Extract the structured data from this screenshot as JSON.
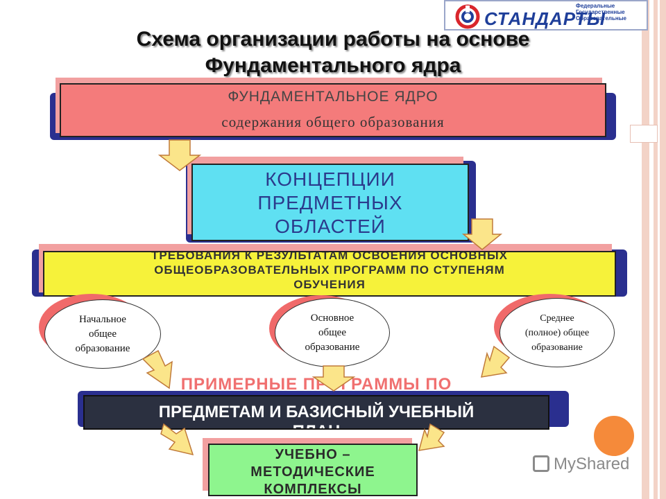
{
  "logo": {
    "name": "СТАНДАРТЫ",
    "subtitle_lines": [
      "Федеральные",
      "Государственные",
      "Образовательные"
    ]
  },
  "title": {
    "line1": "Схема организации работы на основе",
    "line2": "Фундаментального ядра"
  },
  "core_box": {
    "line1": "ФУНДАМЕНТАЛЬНОЕ ЯДРО",
    "line2": "содержания общего образования"
  },
  "concept_box": {
    "lines": [
      "КОНЦЕПЦИИ",
      "ПРЕДМЕТНЫХ",
      "ОБЛАСТЕЙ"
    ]
  },
  "requirements_box": {
    "lines": [
      "ТРЕБОВАНИЯ К РЕЗУЛЬТАТАМ ОСВОЕНИЯ ОСНОВНЫХ",
      "ОБЩЕОБРАЗОВАТЕЛЬНЫХ ПРОГРАММ ПО СТУПЕНЯМ",
      "ОБУЧЕНИЯ"
    ]
  },
  "levels": [
    {
      "lines": [
        "Начальное",
        "общее",
        "образование"
      ]
    },
    {
      "lines": [
        "Основное",
        "общее",
        "образование"
      ]
    },
    {
      "lines": [
        "Среднее",
        "(полное) общее",
        "образование"
      ]
    }
  ],
  "programs_box": {
    "ghost": "ПРИМЕРНЫЕ ПРОГРАММЫ ПО",
    "lines": [
      "ПРЕДМЕТАМ И БАЗИСНЫЙ УЧЕБНЫЙ",
      "ПЛАН"
    ]
  },
  "umk_box": {
    "ghost": "УЧЕБНО –",
    "lines": [
      "УЧЕБНО –",
      "МЕТОДИЧЕСКИЕ",
      "КОМПЛЕКСЫ"
    ]
  },
  "watermark": {
    "text": "MyShared"
  },
  "colors": {
    "core": "#f47b7b",
    "concept": "#5fe0f2",
    "requirements": "#f6f23a",
    "programs": "#2b3040",
    "umk": "#8ef58e",
    "arrow": "#fbe58a",
    "navy": "#2a2f8f"
  }
}
